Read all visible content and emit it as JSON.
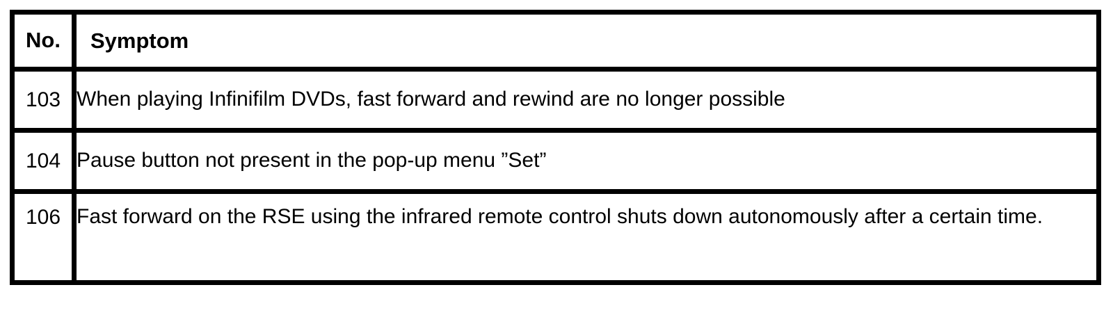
{
  "table": {
    "columns": [
      {
        "key": "no",
        "label": "No."
      },
      {
        "key": "symptom",
        "label": "Symptom"
      }
    ],
    "rows": [
      {
        "no": "103",
        "symptom": "When playing Infinifilm DVDs, fast forward and rewind are no longer possible"
      },
      {
        "no": "104",
        "symptom": "Pause button not present in the pop-up menu ”Set”"
      },
      {
        "no": "106",
        "symptom": "Fast forward on the RSE using the infrared remote control shuts down autonomously after a certain time."
      }
    ]
  },
  "style": {
    "border_color": "#000000",
    "text_color": "#000000",
    "background": "#ffffff"
  }
}
